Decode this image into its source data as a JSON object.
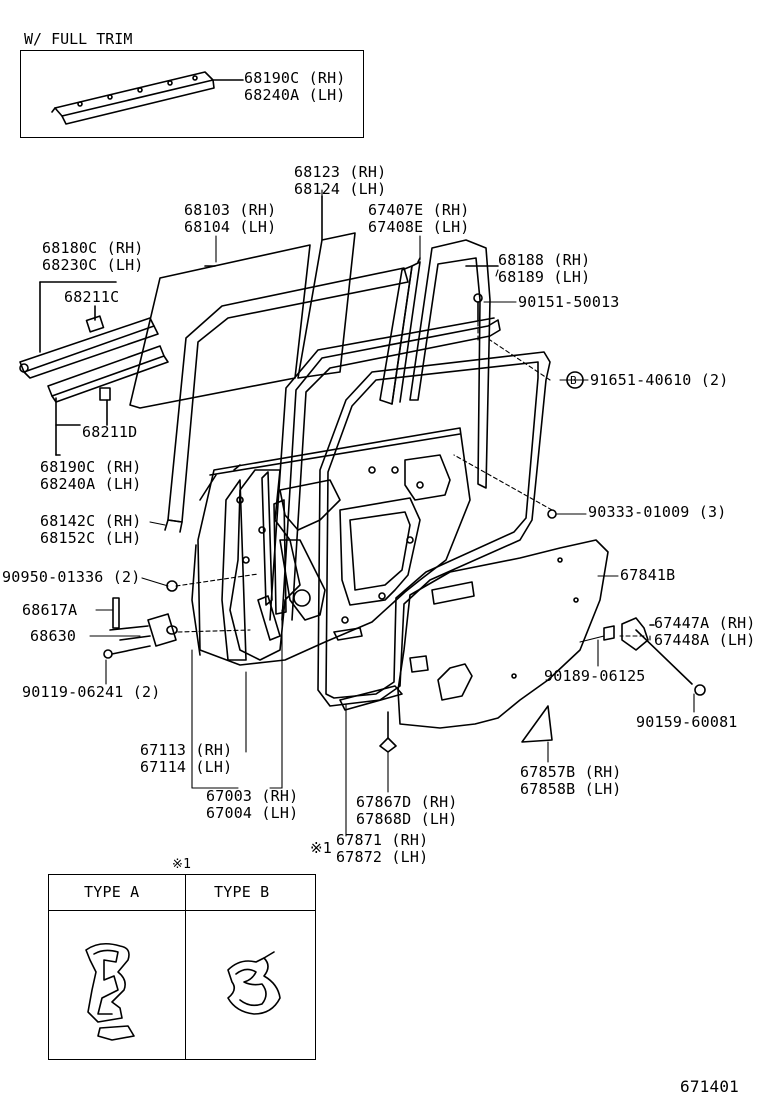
{
  "inset": {
    "title": "W/ FULL TRIM",
    "part_rh": "68190C (RH)",
    "part_lh": "68240A (LH)"
  },
  "labels": {
    "p68123": "68123 (RH)",
    "p68124": "68124 (LH)",
    "p68103": "68103 (RH)",
    "p68104": "68104 (LH)",
    "p67407E": "67407E (RH)",
    "p67408E": "67408E (LH)",
    "p68180C": "68180C (RH)",
    "p68230C": "68230C (LH)",
    "p68188": "68188 (RH)",
    "p68189": "68189 (LH)",
    "p68211C": "68211C",
    "p90151": "90151-50013",
    "p91651": "91651-40610 (2)",
    "p68211D": "68211D",
    "p68190C": "68190C (RH)",
    "p68240A": "68240A (LH)",
    "p90333": "90333-01009 (3)",
    "p68142C": "68142C (RH)",
    "p68152C": "68152C (LH)",
    "p67841B": "67841B",
    "p90950": "90950-01336 (2)",
    "p68617A": "68617A",
    "p67447A": "67447A (RH)",
    "p67448A": "67448A (LH)",
    "p68630": "68630",
    "p90189": "90189-06125",
    "p90119": "90119-06241 (2)",
    "p90159": "90159-60081",
    "p67113": "67113 (RH)",
    "p67114": "67114 (LH)",
    "p67857B": "67857B (RH)",
    "p67858B": "67858B (LH)",
    "p67003": "67003 (RH)",
    "p67004": "67004 (LH)",
    "p67867D": "67867D (RH)",
    "p67868D": "67868D (LH)",
    "p67871": "67871 (RH)",
    "p67872": "67872 (LH)",
    "note_mark": "※1",
    "callout_b": "B"
  },
  "type_table": {
    "note": "※1",
    "type_a": "TYPE A",
    "type_b": "TYPE B"
  },
  "figure_id": "671401"
}
